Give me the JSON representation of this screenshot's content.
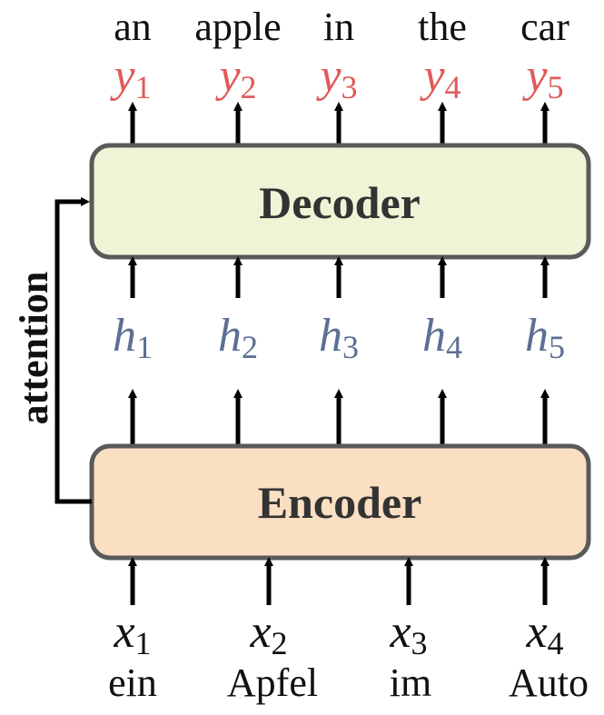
{
  "outputs": {
    "words": [
      "an",
      "apple",
      "in",
      "the",
      "car"
    ],
    "symbol": "y",
    "subscripts": [
      "1",
      "2",
      "3",
      "4",
      "5"
    ]
  },
  "decoder": {
    "label": "Decoder"
  },
  "hidden": {
    "symbol": "h",
    "subscripts": [
      "1",
      "2",
      "3",
      "4",
      "5"
    ]
  },
  "encoder": {
    "label": "Encoder"
  },
  "inputs": {
    "words": [
      "ein",
      "Apfel",
      "im",
      "Auto"
    ],
    "symbol": "x",
    "subscripts": [
      "1",
      "2",
      "3",
      "4"
    ]
  },
  "attention": {
    "label": "attention"
  },
  "colors": {
    "output_symbol": "#e05a5a",
    "hidden_symbol": "#5c6f95",
    "input_symbol": "#111111",
    "decoder_fill": "#eef5d6",
    "encoder_fill": "#fadfc2",
    "box_stroke": "#5a5a5a"
  }
}
